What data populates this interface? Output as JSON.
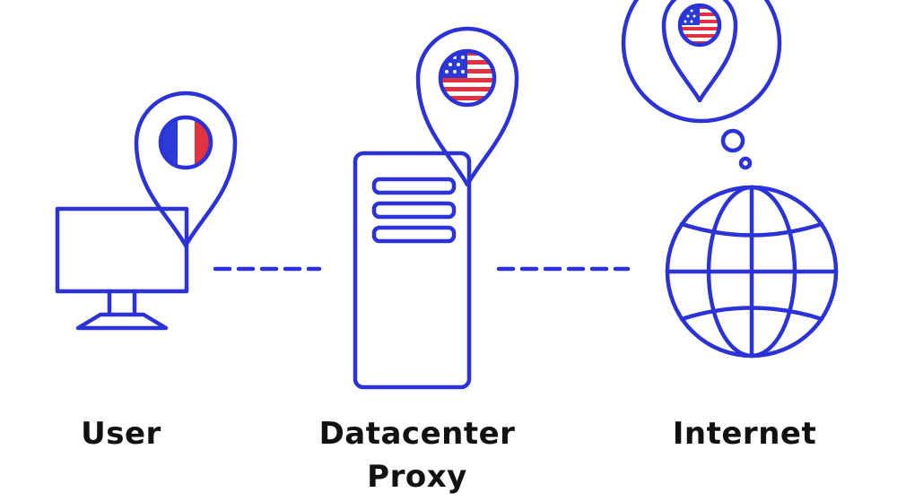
{
  "colors": {
    "accent": "#2b33d8",
    "flag_blue": "#2a3bd6",
    "flag_red": "#e1333f",
    "flag_white": "#ffffff",
    "text": "#111111"
  },
  "nodes": {
    "user": {
      "label": "User",
      "flag": "France",
      "icon": "desktop-monitor-icon"
    },
    "proxy": {
      "label_line1": "Datacenter",
      "label_line2": "Proxy",
      "flag": "United States",
      "icon": "server-tower-icon"
    },
    "internet": {
      "label": "Internet",
      "flag": "United States",
      "icon": "globe-icon"
    }
  },
  "connections": [
    {
      "from": "user",
      "to": "proxy",
      "style": "dashed"
    },
    {
      "from": "proxy",
      "to": "internet",
      "style": "dashed"
    }
  ]
}
